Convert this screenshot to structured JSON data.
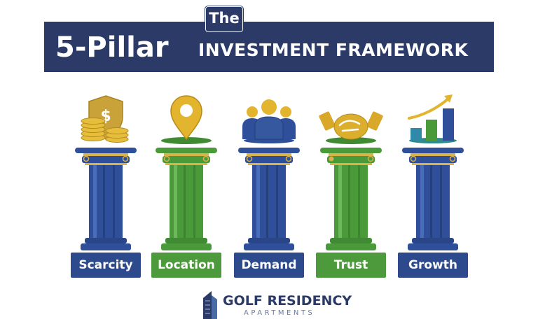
{
  "header": {
    "prefix": "The",
    "title_main": "5-Pillar",
    "title_sub": "INVESTMENT FRAMEWORK"
  },
  "colors": {
    "navy": "#2b3a66",
    "pillar_blue": "#2f4f9a",
    "pillar_green": "#4a9a3a",
    "gold": "#e0b22c",
    "label_blue": "#2c4a8c",
    "label_green": "#4c9a3c"
  },
  "pillars": [
    {
      "label": "Scarcity",
      "icon": "shield-dollar-coins-icon",
      "color": "blue"
    },
    {
      "label": "Location",
      "icon": "map-pin-icon",
      "color": "green"
    },
    {
      "label": "Demand",
      "icon": "people-group-icon",
      "color": "blue"
    },
    {
      "label": "Trust",
      "icon": "handshake-icon",
      "color": "green"
    },
    {
      "label": "Growth",
      "icon": "bar-chart-arrow-icon",
      "color": "blue"
    }
  ],
  "footer": {
    "brand": "GOLF RESIDENCY",
    "subtitle": "APARTMENTS",
    "logo_icon": "building-logo-icon"
  }
}
